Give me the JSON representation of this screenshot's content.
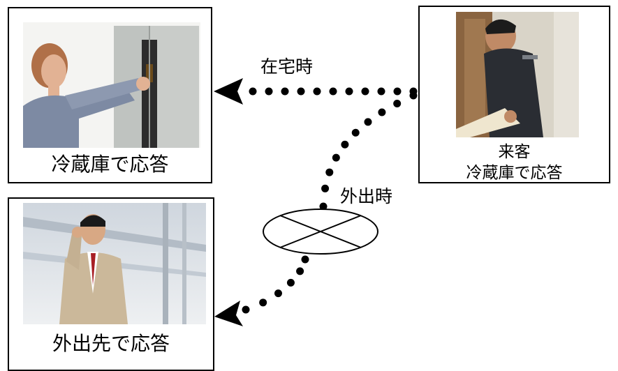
{
  "nodes": {
    "fridge_home": {
      "caption": "冷蔵庫で応答"
    },
    "visitor": {
      "caption_line1": "来客",
      "caption_line2": "冷蔵庫で応答"
    },
    "away": {
      "caption": "外出先で応答"
    }
  },
  "edges": {
    "at_home": {
      "label": "在宅時"
    },
    "away": {
      "label": "外出時"
    }
  },
  "colors": {
    "line": "#000000",
    "dot": "#000000",
    "background": "#ffffff"
  }
}
